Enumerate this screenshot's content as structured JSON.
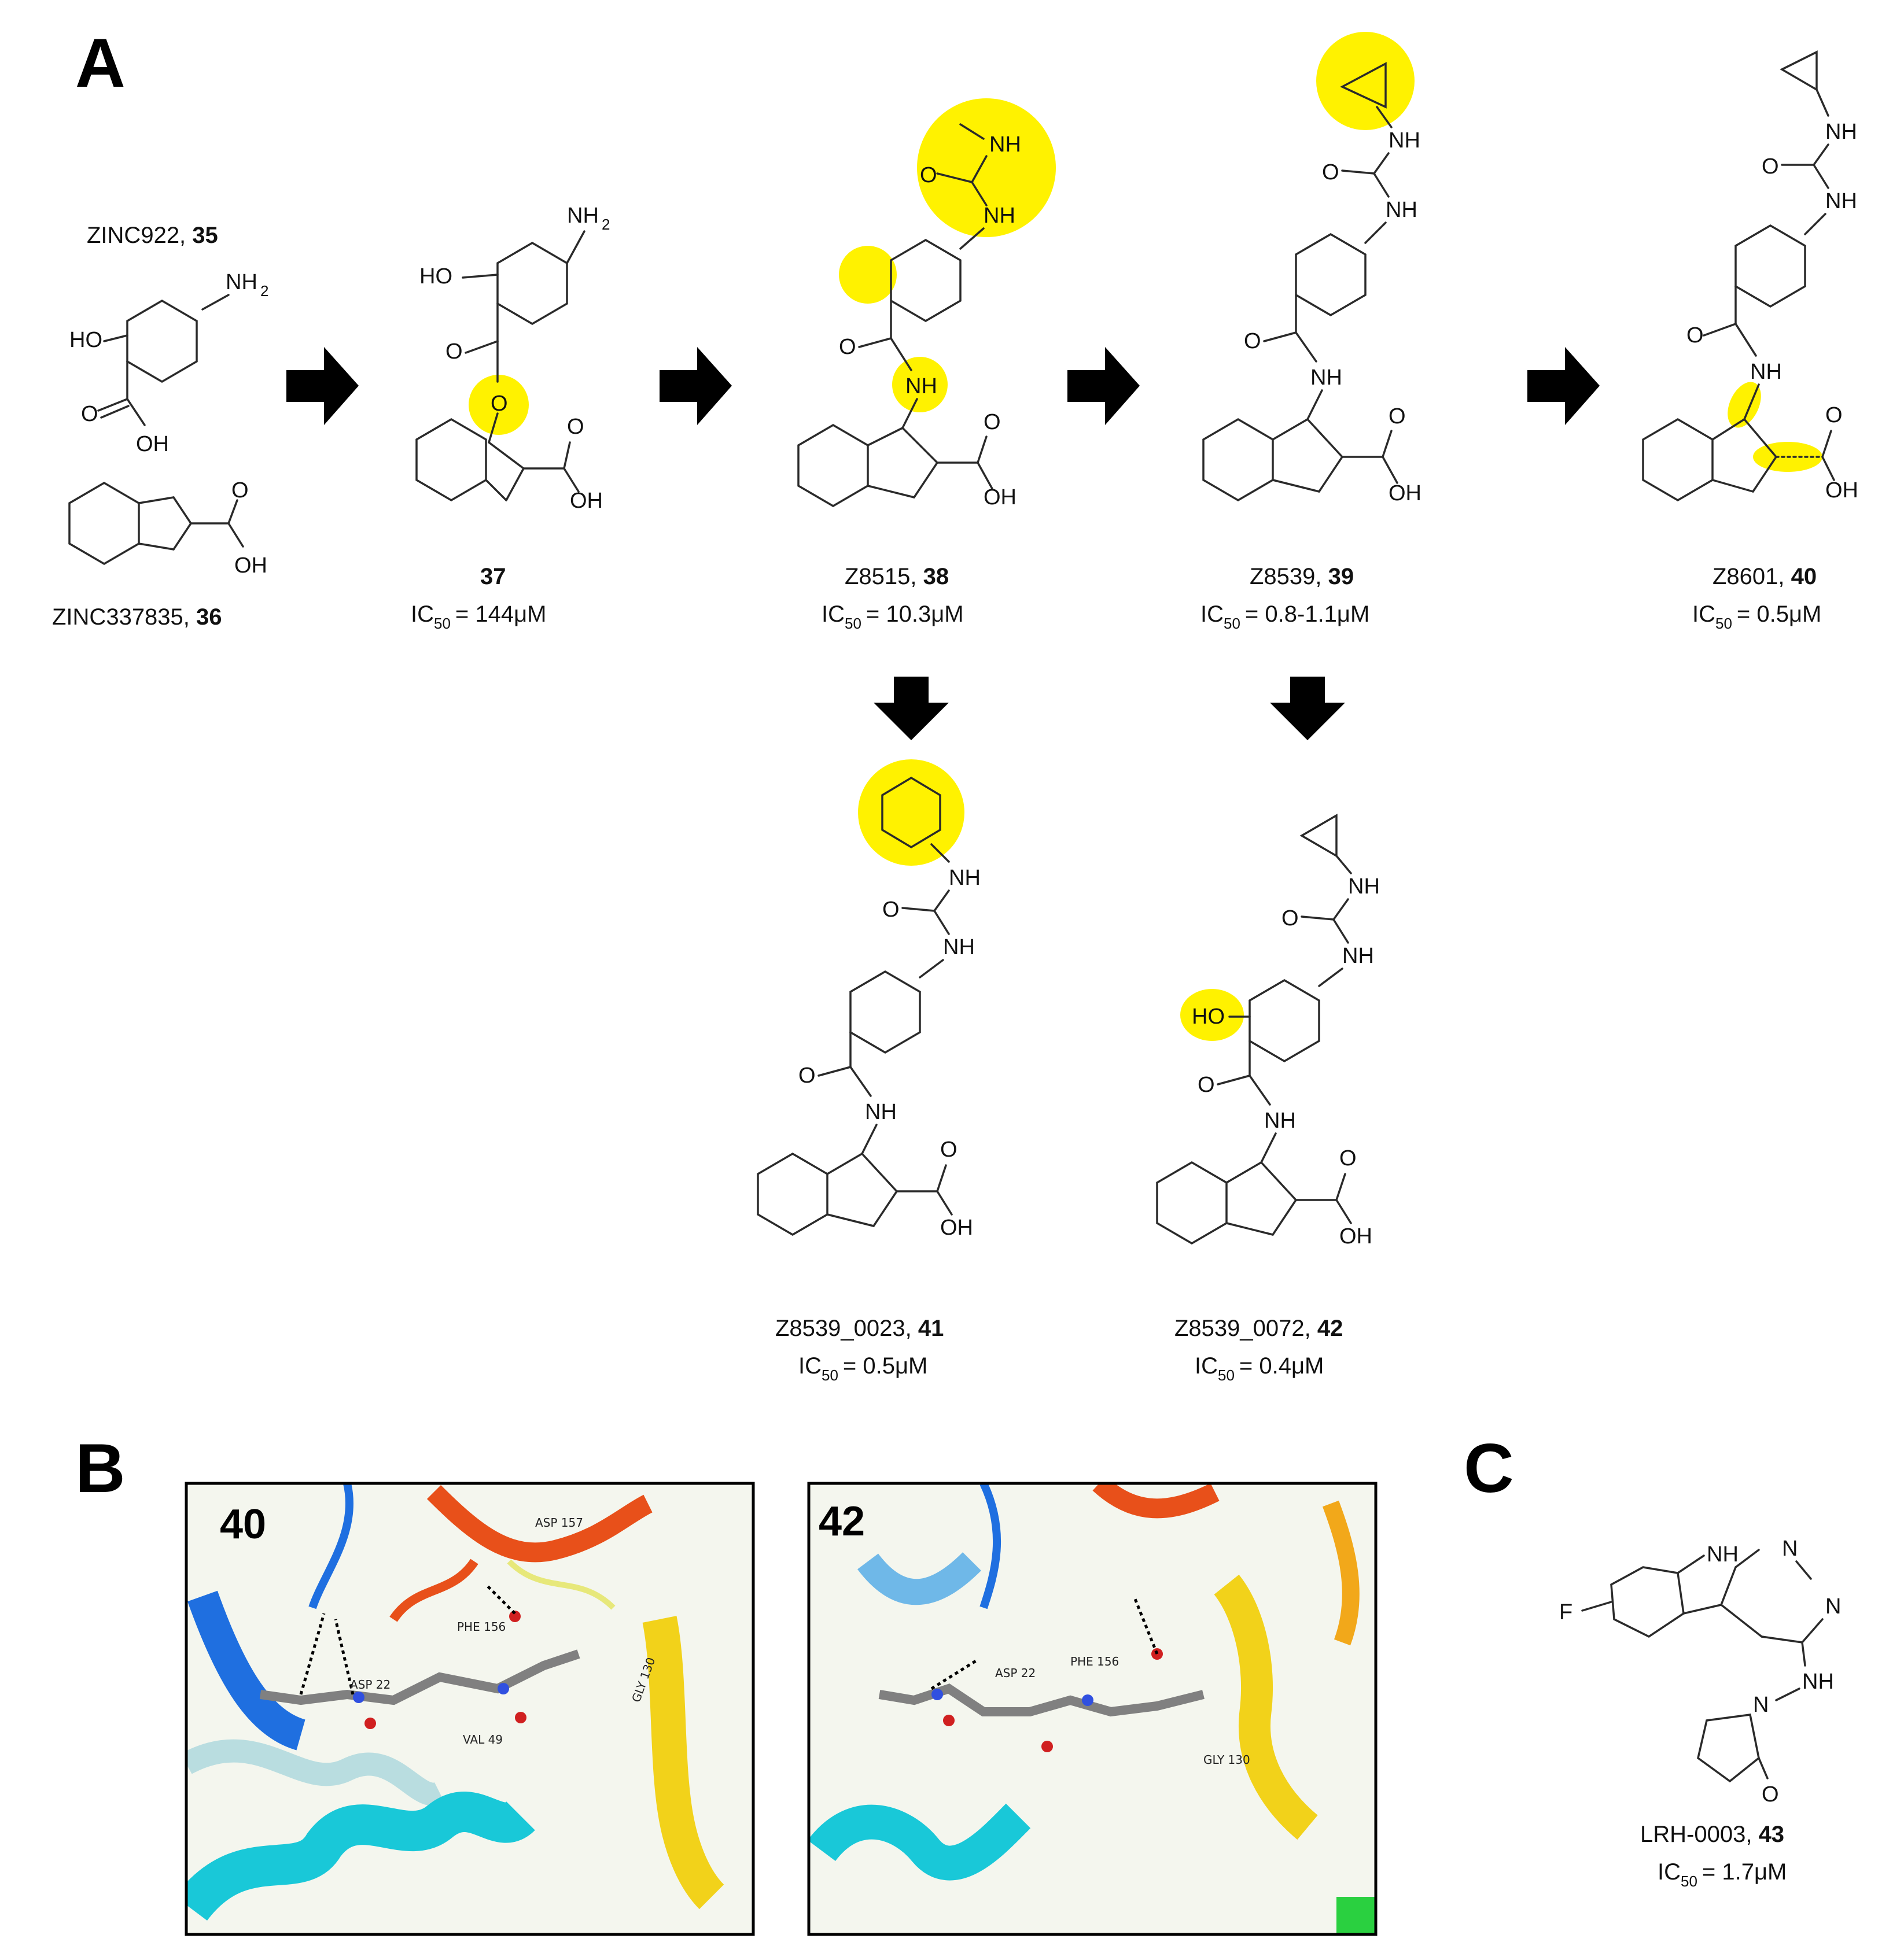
{
  "panels": {
    "a": "A",
    "b": "B",
    "c": "C"
  },
  "compounds": {
    "c35": {
      "code": "ZINC922, ",
      "num": "35"
    },
    "c36": {
      "code": "ZINC337835, ",
      "num": "36"
    },
    "c37": {
      "code": "",
      "num": "37",
      "ic50": "= 144μM"
    },
    "c38": {
      "code": "Z8515, ",
      "num": "38",
      "ic50": "= 10.3μM"
    },
    "c39": {
      "code": "Z8539, ",
      "num": "39",
      "ic50": "= 0.8-1.1μM"
    },
    "c40": {
      "code": "Z8601, ",
      "num": "40",
      "ic50": "= 0.5μM"
    },
    "c41": {
      "code": "Z8539_0023, ",
      "num": "41",
      "ic50": "= 0.5μM"
    },
    "c42": {
      "code": "Z8539_0072, ",
      "num": "42",
      "ic50": "= 0.4μM"
    },
    "c43": {
      "code": "LRH-0003, ",
      "num": "43",
      "ic50": "= 1.7μM"
    }
  },
  "ic_label": {
    "main": "IC",
    "sub": "50"
  },
  "atoms": {
    "nh2": "NH",
    "nh2_sub": "2",
    "ho": "HO",
    "oh": "OH",
    "o": "O",
    "nh": "NH",
    "n": "N",
    "f": "F"
  },
  "docking": {
    "left": {
      "label": "40",
      "residues": [
        "ASP 157",
        "PHE 156",
        "ASP 22",
        "GLY 130",
        "VAL 49"
      ]
    },
    "right": {
      "label": "42",
      "residues": [
        "ASP 22",
        "PHE 156",
        "GLY 130"
      ]
    }
  },
  "colors": {
    "highlight": "#fff200",
    "ribbon_blue": "#1f6fe0",
    "ribbon_cyan": "#19c8d8",
    "ribbon_orange": "#e8501a",
    "ribbon_yellow": "#f2d21a",
    "ribbon_green": "#2ad040",
    "ligand_grey": "#808080"
  }
}
